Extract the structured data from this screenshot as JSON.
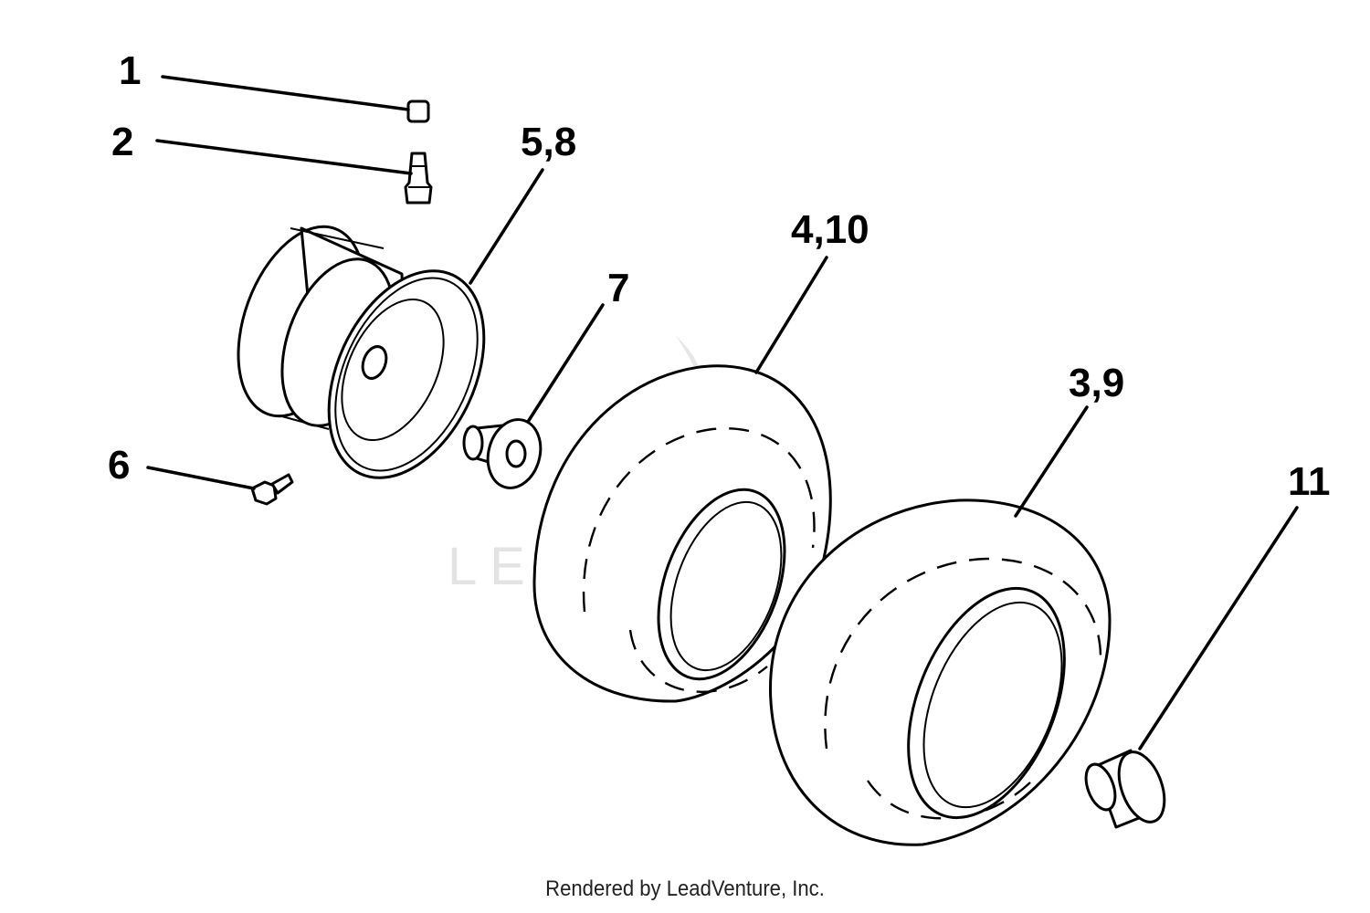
{
  "callouts": {
    "c1": "1",
    "c2": "2",
    "c58": "5,8",
    "c410": "4,10",
    "c7": "7",
    "c39": "3,9",
    "c6": "6",
    "c11": "11"
  },
  "watermark": {
    "brand": "LEADVENTURE"
  },
  "footer": {
    "credit": "Rendered by LeadVenture, Inc."
  }
}
